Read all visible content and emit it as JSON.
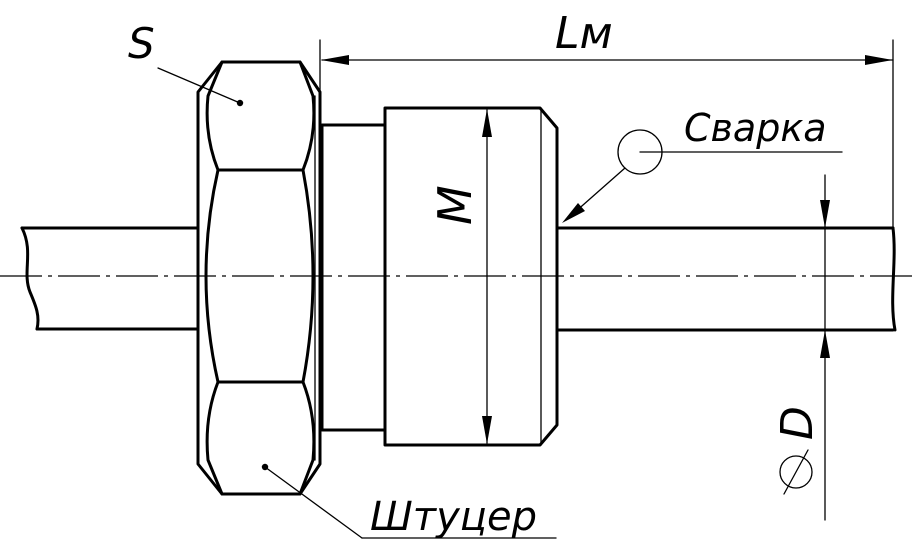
{
  "labels": {
    "nut_size": "S",
    "length": "Lм",
    "weld": "Сварка",
    "thread": "M",
    "fitting": "Штуцер",
    "diameter": "D"
  },
  "colors": {
    "line": "#000000",
    "background": "#ffffff"
  }
}
